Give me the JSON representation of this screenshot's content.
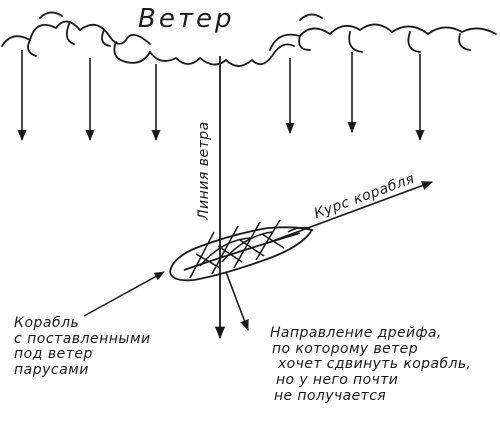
{
  "title": "Ветер",
  "wind_line_label": "Линия ветра",
  "course_label": "Курс корабля",
  "ship_caption": [
    "Корабль",
    "с поставленными",
    "под ветер",
    "парусами"
  ],
  "drift_caption": [
    "Направление дрейфа,",
    "по которому ветер",
    "хочет сдвинуть корабль,",
    "но у него почти",
    "не получается"
  ],
  "colors": {
    "ink": "#1a1a1a",
    "paper": "#ffffff"
  }
}
